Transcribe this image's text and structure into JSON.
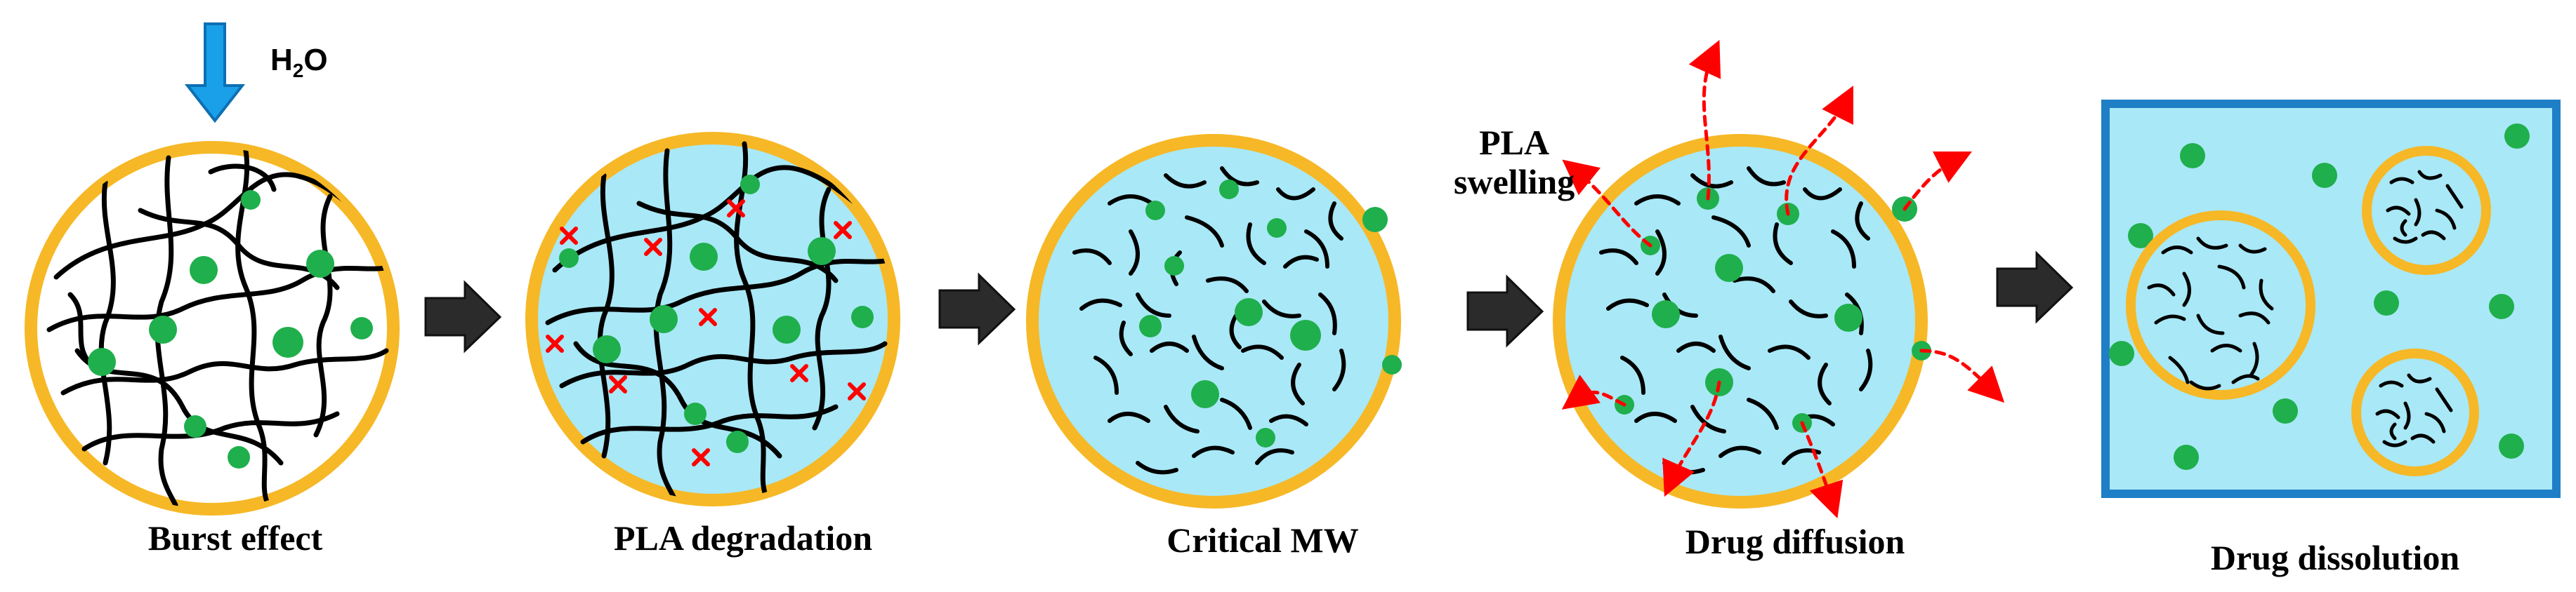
{
  "stages": [
    {
      "id": "burst",
      "caption": "Burst effect"
    },
    {
      "id": "degradation",
      "caption": "PLA degradation"
    },
    {
      "id": "critical",
      "caption": "Critical  MW"
    },
    {
      "id": "diffusion",
      "caption": "Drug diffusion"
    },
    {
      "id": "dissolution",
      "caption": "Drug dissolution"
    }
  ],
  "water_label": {
    "main": "H",
    "sub": "2",
    "tail": "O"
  },
  "swelling_label": {
    "line1": "PLA",
    "line2": "swelling"
  },
  "colors": {
    "shell": "#F6B826",
    "medium": "#A9E8F6",
    "chain": "#000000",
    "drug": "#1FAF4C",
    "scission": "#FF0000",
    "release_arrow": "#FF0000",
    "step_arrow": "#2B2B2B",
    "water_arrow": "#19A0E8",
    "frame": "#1E7FC6"
  }
}
